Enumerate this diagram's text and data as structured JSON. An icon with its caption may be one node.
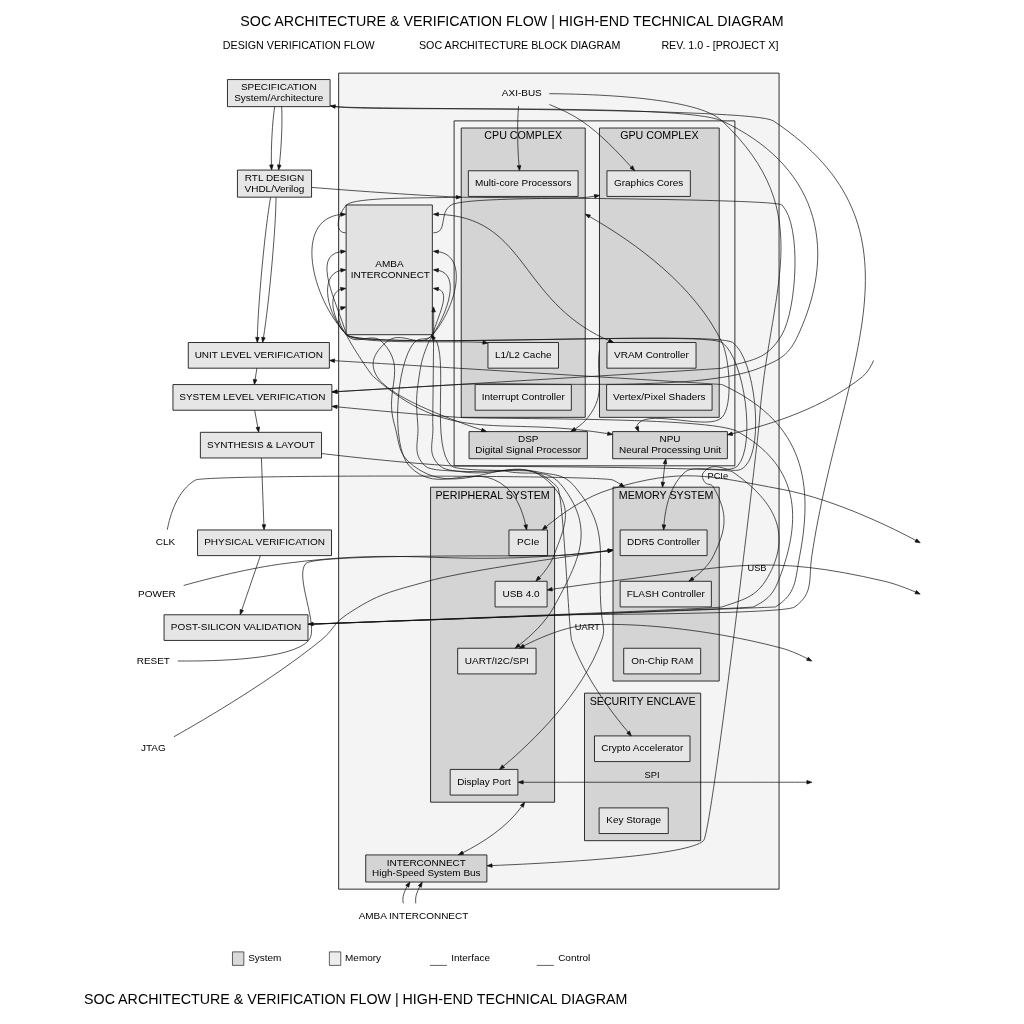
{
  "diagram": {
    "title": "SOC ARCHITECTURE & VERIFICATION FLOW | HIGH-END TECHNICAL DIAGRAM",
    "caption": "SOC ARCHITECTURE & VERIFICATION FLOW | HIGH-END TECHNICAL DIAGRAM",
    "nodes": [
      {
        "text": [
          "SPECIFICATION",
          "System/Architecture"
        ]
      },
      {
        "text": [
          "RTL DESIGN",
          "VHDL/Verilog"
        ]
      },
      {
        "text": [
          "UNIT LEVEL VERIFICATION"
        ]
      },
      {
        "text": [
          "SYSTEM LEVEL VERIFICATION"
        ]
      },
      {
        "text": [
          "SYNTHESIS & LAYOUT"
        ]
      },
      {
        "text": [
          "PHYSICAL VERIFICATION"
        ]
      },
      {
        "text": [
          "POST-SILICON VALIDATION"
        ]
      },
      {
        "text": [],
        "shape": "box"
      },
      {
        "text": [],
        "shape": "box",
        "in": 7
      },
      {
        "text": [
          "CPU COMPLEX"
        ],
        "in": 8
      },
      {
        "text": [
          "Multi-core Processors"
        ],
        "in": 9
      },
      {
        "text": [
          "L1/L2 Cache"
        ],
        "in": 9
      },
      {
        "text": [
          "Interrupt Controller"
        ],
        "in": 9
      },
      {
        "text": [
          "GPU COMPLEX"
        ],
        "in": 8
      },
      {
        "text": [
          "Graphics Cores"
        ],
        "in": 13
      },
      {
        "text": [
          "VRAM Controller"
        ],
        "in": 13
      },
      {
        "text": [
          "Vertex/Pixel Shaders"
        ],
        "in": 13
      },
      {
        "text": [
          "NPU",
          "Neural Processing Unit"
        ],
        "in": 8
      },
      {
        "text": [
          "DSP",
          "Digital Signal Processor"
        ],
        "in": 8
      },
      {
        "text": [
          "AMBA",
          "INTERCONNECT"
        ],
        "in": 7
      },
      {
        "text": [
          "MEMORY SYSTEM"
        ],
        "in": 7
      },
      {
        "text": [
          "DDR5 Controller"
        ],
        "in": 20
      },
      {
        "text": [
          "FLASH Controller"
        ],
        "in": 20
      },
      {
        "text": [
          "On-Chip RAM"
        ],
        "in": 20
      },
      {
        "text": [
          "SECURITY ENCLAVE"
        ],
        "in": 7
      },
      {
        "text": [
          "Crypto Accelerator"
        ],
        "in": 24
      },
      {
        "text": [
          "Key Storage"
        ],
        "in": 24
      },
      {
        "text": [
          "PERIPHERAL SYSTEM"
        ],
        "in": 7
      },
      {
        "text": [
          "PCIe"
        ],
        "in": 27
      },
      {
        "text": [
          "USB 4.0"
        ],
        "in": 27
      },
      {
        "text": [
          "UART/I2C/SPI"
        ],
        "in": 27
      },
      {
        "text": [
          "Display Port"
        ],
        "in": 27
      },
      {
        "text": [
          "INTERCONNECT",
          "High-Speed System Bus"
        ],
        "in": 7
      },
      {
        "text": [
          "AXI-BUS"
        ],
        "in": 7
      },
      {
        "text": [
          "CLK"
        ]
      },
      {
        "text": [
          "POWER"
        ]
      },
      {
        "text": [
          "RESET"
        ]
      },
      {
        "text": [
          "JTAG"
        ]
      },
      {
        "text": [
          "AMBA INTERCONNECT"
        ]
      }
    ],
    "edges": [
      {
        "from": 0,
        "to": 1,
        "arrow": "to"
      },
      {
        "from": 1,
        "to": 2,
        "arrow": "to"
      },
      {
        "from": 2,
        "to": 3,
        "arrow": "to"
      },
      {
        "from": 3,
        "to": 4,
        "arrow": "to"
      },
      {
        "from": 4,
        "to": 5,
        "arrow": "to"
      },
      {
        "from": 5,
        "to": 6,
        "arrow": "to"
      },
      {
        "from": 0,
        "to": 1,
        "arrow": "to"
      },
      {
        "from": 0,
        "to": 3,
        "arrow": "to"
      },
      {
        "from": 1,
        "to": 2,
        "arrow": "to"
      },
      {
        "from": 1,
        "to": 3,
        "arrow": "to"
      },
      {
        "from": 6,
        "to": 2,
        "arrow": "to"
      },
      {
        "from": 6,
        "to": 3,
        "arrow": "to"
      },
      {
        "from": 6,
        "to": 0,
        "arrow": "to"
      },
      {
        "from": 4,
        "to": 6,
        "arrow": "to"
      },
      {
        "from": null,
        "to": 17,
        "arrow": "to"
      },
      {
        "from": 33,
        "to": 10,
        "arrow": "to"
      },
      {
        "from": 33,
        "to": 14,
        "arrow": "to"
      },
      {
        "from": 33,
        "to": 32,
        "arrow": "to"
      },
      {
        "from": 11,
        "to": 19,
        "arrow": "both"
      },
      {
        "from": 15,
        "to": 19,
        "arrow": "both"
      },
      {
        "from": 9,
        "to": 17,
        "arrow": "both"
      },
      {
        "from": 17,
        "to": 19,
        "arrow": "both"
      },
      {
        "from": 19,
        "to": 9,
        "arrow": "to"
      },
      {
        "from": 18,
        "to": 19,
        "arrow": "both"
      },
      {
        "from": 19,
        "to": 13,
        "arrow": "to"
      },
      {
        "from": 13,
        "to": 18,
        "arrow": "to"
      },
      {
        "from": 17,
        "to": 20,
        "arrow": "both"
      },
      {
        "from": 34,
        "to": 20,
        "arrow": "to"
      },
      {
        "from": 35,
        "to": 20,
        "arrow": "to"
      },
      {
        "from": 36,
        "to": 20,
        "arrow": "to"
      },
      {
        "from": 37,
        "to": 20,
        "arrow": "to"
      },
      {
        "from": 21,
        "to": 19,
        "arrow": "both"
      },
      {
        "from": 22,
        "to": 19,
        "arrow": "both"
      },
      {
        "from": 19,
        "to": 25,
        "arrow": "both"
      },
      {
        "from": 19,
        "to": 28,
        "arrow": "both"
      },
      {
        "from": 19,
        "to": 29,
        "arrow": "both"
      },
      {
        "from": 19,
        "to": 30,
        "arrow": "both"
      },
      {
        "from": 19,
        "to": 31,
        "arrow": "both"
      },
      {
        "from": 28,
        "to": null,
        "arrow": "both",
        "label": "PCIe"
      },
      {
        "from": 29,
        "to": null,
        "arrow": "both",
        "label": "USB"
      },
      {
        "from": 30,
        "to": null,
        "arrow": "both",
        "label": "UART"
      },
      {
        "from": 31,
        "to": null,
        "arrow": "both",
        "label": "SPI"
      },
      {
        "from": 27,
        "to": 32,
        "arrow": "both"
      },
      {
        "from": 38,
        "to": 32,
        "arrow": "to"
      },
      {
        "from": 38,
        "to": 32,
        "arrow": "to"
      }
    ],
    "labels": [
      "REV. 1.0 - [PROJECT X]",
      "DESIGN VERIFICATION FLOW",
      "SOC ARCHITECTURE BLOCK DIAGRAM"
    ],
    "legend": [
      {
        "text": "System",
        "color": "#d9d9d9"
      },
      {
        "text": "Memory",
        "color": "#ededed"
      },
      {
        "text": "Interface"
      },
      {
        "text": "Control"
      }
    ]
  }
}
